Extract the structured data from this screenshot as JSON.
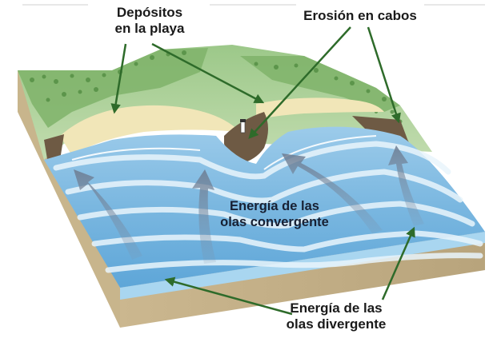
{
  "labels": {
    "deposits": [
      "Depósitos",
      "en la playa"
    ],
    "erosion": [
      "Erosión en cabos"
    ],
    "convergent": [
      "Energía de las",
      "olas convergente"
    ],
    "divergent": [
      "Energía de las",
      "olas divergente"
    ]
  },
  "colors": {
    "arrow_green": "#2e6b2a",
    "water_light": "#cfe7f5",
    "water_mid": "#8cc4e8",
    "water_deep": "#4f9fd6",
    "land_green": "#a8cf95",
    "forest_green": "#5f9a4d",
    "sand": "#f1e6b8",
    "soil": "#c9b58a",
    "soil_dark": "#a8956c",
    "cliff": "#6e5a44",
    "energy_arrow": "#8a97a8"
  }
}
